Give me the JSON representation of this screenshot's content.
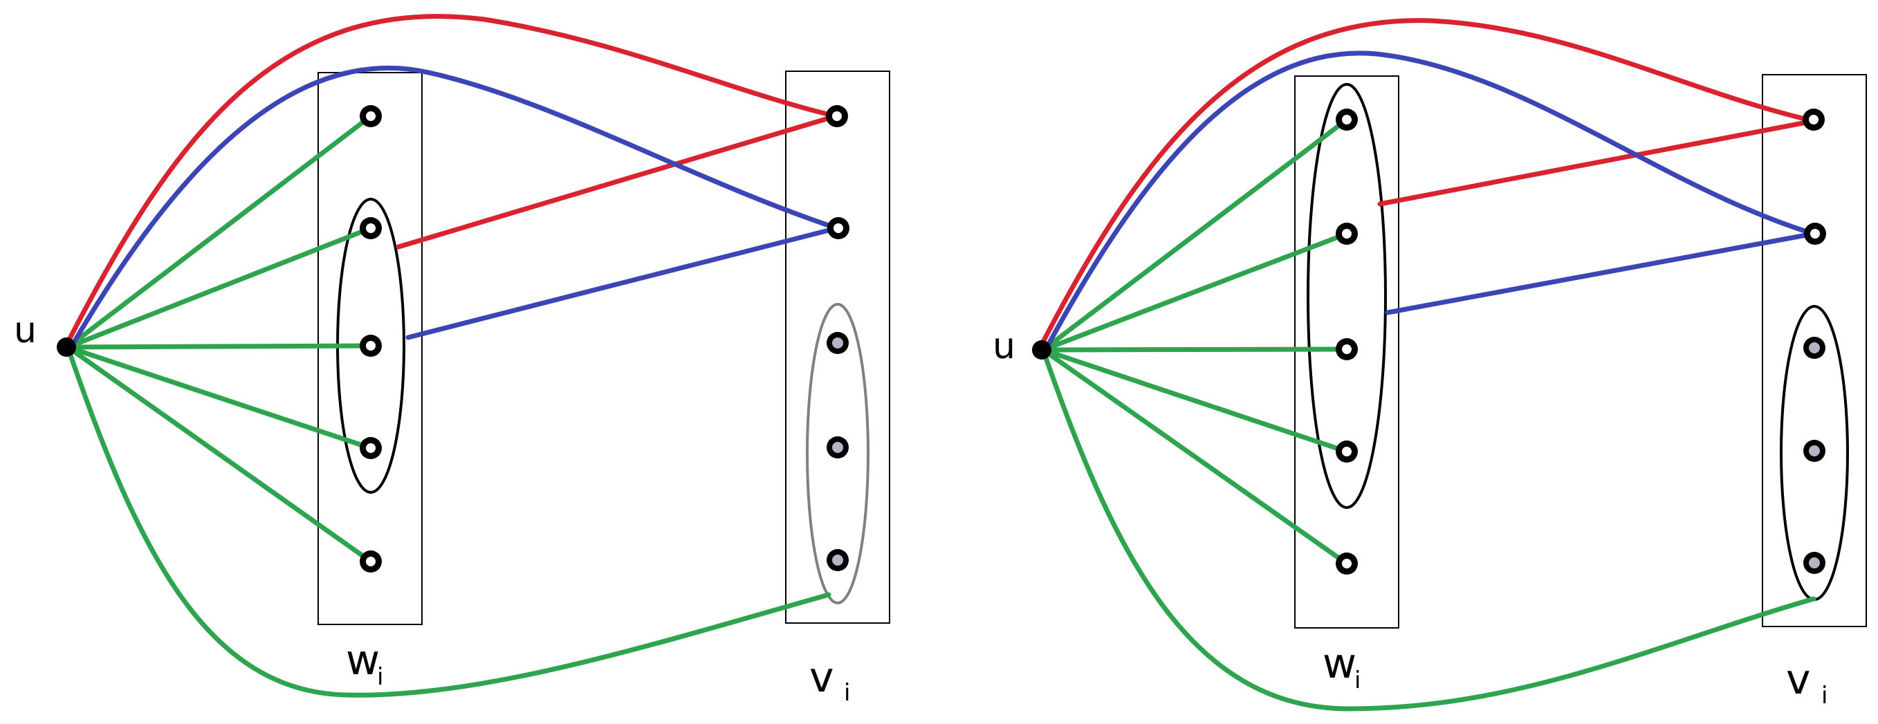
{
  "labels": {
    "u": "u",
    "w": "w",
    "v": "v",
    "subscript": "i"
  },
  "colors": {
    "red": "#d9232f",
    "blue": "#3b45b5",
    "green": "#2ea44f",
    "black": "#000000",
    "gray": "#808080",
    "vertex_inner_left": "#ffffff",
    "vertex_inner_right": "#b9b2c6"
  }
}
